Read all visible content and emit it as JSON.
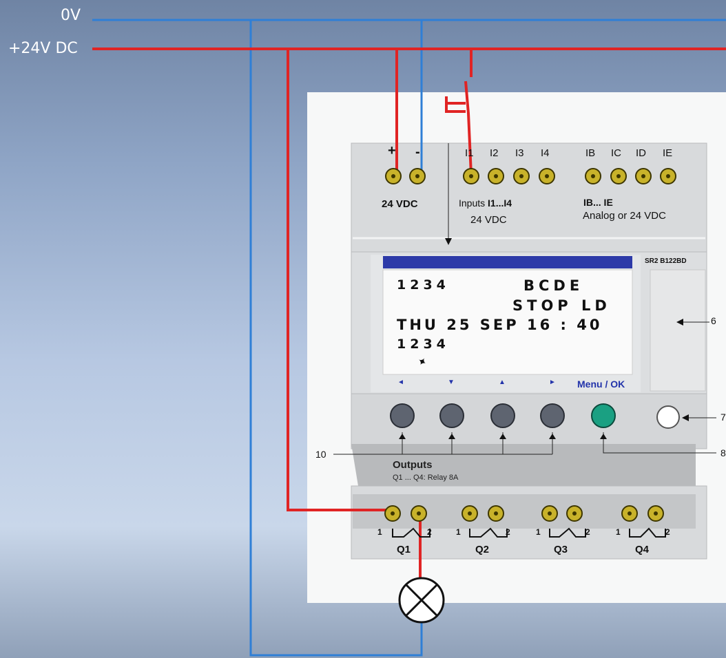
{
  "rails": {
    "neg": "0V",
    "pos": "+24V DC"
  },
  "power": {
    "plus": "+",
    "minus": "-",
    "label": "24 VDC"
  },
  "inputs": {
    "terminals": [
      "I1",
      "I2",
      "I3",
      "I4"
    ],
    "label_prefix": "Inputs ",
    "label_range": "I1...I4",
    "label_voltage": "24 VDC"
  },
  "analog": {
    "terminals": [
      "IB",
      "IC",
      "ID",
      "IE"
    ],
    "label": "IB... IE",
    "sublabel": "Analog or 24 VDC"
  },
  "model": "SR2 B122BD",
  "lcd": {
    "line1_left": "1234",
    "line1_right": "BCDE",
    "line2": "STOP LD",
    "line3": "THU 25 SEP 16 : 40",
    "line4": "1234"
  },
  "nav": {
    "left": "◄",
    "down": "▼",
    "up": "▲",
    "right": "►",
    "menu": "Menu / OK"
  },
  "callouts": {
    "c6": "6",
    "c7": "7",
    "c8": "8",
    "c10": "10"
  },
  "outputs": {
    "title": "Outputs",
    "subtitle": "Q1 ... Q4: Relay 8A",
    "relays": [
      "Q1",
      "Q2",
      "Q3",
      "Q4"
    ],
    "pin1": "1",
    "pin2": "2"
  },
  "colors": {
    "neg_wire": "#2f7fd6",
    "pos_wire": "#e02424",
    "ok_button": "#1aa082"
  }
}
